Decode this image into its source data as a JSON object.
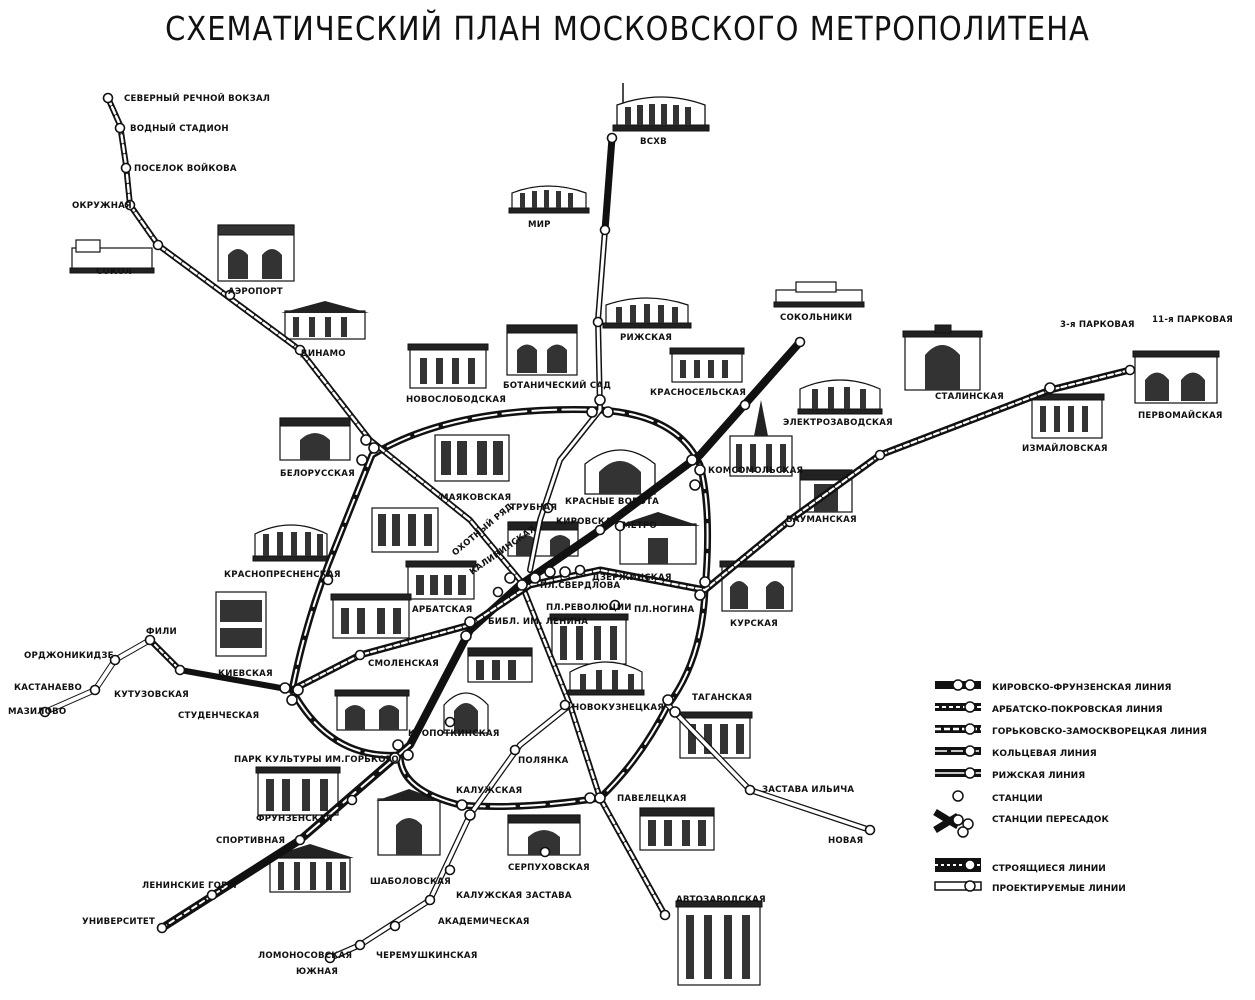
{
  "title": "СХЕМАТИЧЕСКИЙ ПЛАН МОСКОВСКОГО МЕТРОПОЛИТЕНА",
  "colors": {
    "ink": "#111111",
    "paper": "#ffffff"
  },
  "stations": {
    "severny_rechnoy": "СЕВЕРНЫЙ РЕЧНОЙ ВОКЗАЛ",
    "vodny_stadion": "ВОДНЫЙ СТАДИОН",
    "poselok_voykova": "ПОСЕЛОК ВОЙКОВА",
    "okruzhnaya": "ОКРУЖНАЯ",
    "sokol": "СОКОЛ",
    "aeroport": "АЭРОПОРТ",
    "dinamo": "ДИНАМО",
    "belorusskaya": "БЕЛОРУССКАЯ",
    "novoslobodskaya": "НОВОСЛОБОДСКАЯ",
    "mayakovskaya": "МАЯКОВСКАЯ",
    "botanichesky_sad": "БОТАНИЧЕСКИЙ САД",
    "vskhv": "ВСХВ",
    "mir": "МИР",
    "rizhskaya": "РИЖСКАЯ",
    "krasnoselskaya": "КРАСНОСЕЛЬСКАЯ",
    "sokolniki": "СОКОЛЬНИКИ",
    "komsomolskaya": "КОМСОМОЛЬСКАЯ",
    "krasnye_vorota": "КРАСНЫЕ ВОРОТА",
    "trubnaya": "ТРУБНАЯ",
    "kirovskaya": "КИРОВСКАЯ",
    "metro": "МЕТРО",
    "dzerzhinskaya": "ДЗЕРЖИНСКАЯ",
    "pl_sverdlova": "ПЛ.СВЕРДЛОВА",
    "okhotny_ryad": "ОХОТНЫЙ РЯД",
    "kalininskaya": "КАЛИНИНСКАЯ",
    "arbatskaya": "АРБАТСКАЯ",
    "pl_revolyutsii": "ПЛ.РЕВОЛЮЦИИ",
    "pl_nogina": "ПЛ.НОГИНА",
    "bibl_lenina": "БИБЛ. ИМ. ЛЕНИНА",
    "elektrozavodskaya": "ЭЛЕКТРОЗАВОДСКАЯ",
    "stalinskaya": "СТАЛИНСКАЯ",
    "tretya_parkovaya": "3-я ПАРКОВАЯ",
    "odinnadtsataya_parkovaya": "11-я ПАРКОВАЯ",
    "pervomayskaya": "ПЕРВОМАЙСКАЯ",
    "izmaylovskaya": "ИЗМАЙЛОВСКАЯ",
    "baumanskaya": "БАУМАНСКАЯ",
    "kurskaya": "КУРСКАЯ",
    "krasnopresnenskaya": "КРАСНОПРЕСНЕНСКАЯ",
    "smolenskaya": "СМОЛЕНСКАЯ",
    "kievskaya": "КИЕВСКАЯ",
    "ordzhonikidze": "ОРДЖОНИКИДЗЕ",
    "fili": "ФИЛИ",
    "kastanaevo": "КАСТАНАЕВО",
    "kutuzovskaya": "КУТУЗОВСКАЯ",
    "mazilovo": "МАЗИЛОВО",
    "studencheskaya": "СТУДЕНЧЕСКАЯ",
    "kropotkinskaya": "КРОПОТКИНСКАЯ",
    "novokuznetskaya": "НОВОКУЗНЕЦКАЯ",
    "taganskaya": "ТАГАНСКАЯ",
    "park_kultury": "ПАРК КУЛЬТУРЫ ИМ.ГОРЬКОГО",
    "frunzenskaya": "ФРУНЗЕНСКАЯ",
    "polyanka": "ПОЛЯНКА",
    "kaluzhskaya": "КАЛУЖСКАЯ",
    "paveletskaya": "ПАВЕЛЕЦКАЯ",
    "zastava_ilyicha": "ЗАСТАВА ИЛЬИЧА",
    "novaya": "НОВАЯ",
    "sportivnaya": "СПОРТИВНАЯ",
    "leninskie_gory": "ЛЕНИНСКИЕ ГОРЫ",
    "universitet": "УНИВЕРСИТЕТ",
    "shabolovskaya": "ШАБОЛОВСКАЯ",
    "kaluzhskaya_zastava": "КАЛУЖСКАЯ ЗАСТАВА",
    "akademicheskaya": "АКАДЕМИЧЕСКАЯ",
    "serpukhovskaya": "СЕРПУХОВСКАЯ",
    "avtozavodskaya": "АВТОЗАВОДСКАЯ",
    "lomonosovskaya": "ЛОМОНОСОВСКАЯ",
    "cheremushkinskaya": "ЧЕРЕМУШКИНСКАЯ",
    "yuzhnaya": "ЮЖНАЯ"
  },
  "legend": {
    "items": [
      "КИРОВСКО-ФРУНЗЕНСКАЯ ЛИНИЯ",
      "АРБАТСКО-ПОКРОВСКАЯ ЛИНИЯ",
      "ГОРЬКОВСКО-ЗАМОСКВОРЕЦКАЯ ЛИНИЯ",
      "КОЛЬЦЕВАЯ ЛИНИЯ",
      "РИЖСКАЯ ЛИНИЯ",
      "СТАНЦИИ",
      "СТАНЦИИ ПЕРЕСАДОК",
      "СТРОЯЩИЕСЯ ЛИНИИ",
      "ПРОЕКТИРУЕМЫЕ ЛИНИИ"
    ]
  }
}
